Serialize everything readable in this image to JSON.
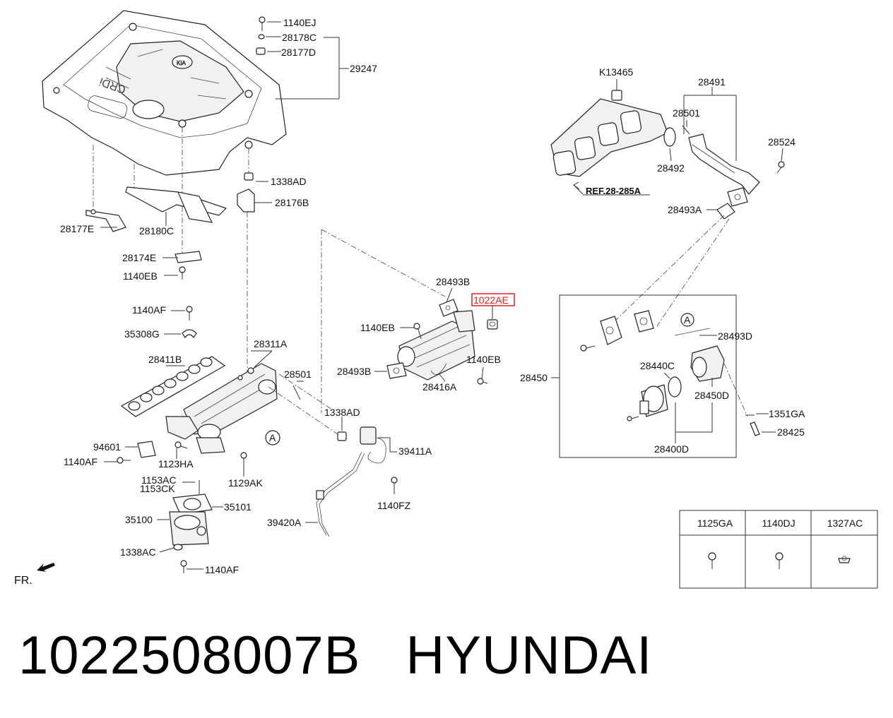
{
  "labels": {
    "l1140EJ": "1140EJ",
    "l28178C": "28178C",
    "l28177D": "28177D",
    "l29247": "29247",
    "l1338AD_top": "1338AD",
    "l28176B": "28176B",
    "l28177E": "28177E",
    "l28180C": "28180C",
    "l28174E": "28174E",
    "l1140EB_left": "1140EB",
    "l1140AF_a": "1140AF",
    "l35308G": "35308G",
    "l28411B": "28411B",
    "l28311A": "28311A",
    "l28501_mid": "28501",
    "l1338AD_mid": "1338AD",
    "l94601": "94601",
    "l1140AF_b": "1140AF",
    "l1123HA": "1123HA",
    "l1129AK": "1129AK",
    "l1153AC": "1153AC",
    "l1153CK": "1153CK",
    "l35101": "35101",
    "l35100": "35100",
    "l1338AC": "1338AC",
    "l1140AF_c": "1140AF",
    "l39411A": "39411A",
    "l1140FZ": "1140FZ",
    "l39420A": "39420A",
    "l28493B": "28493B",
    "l1022AE": "1022AE",
    "l1140EB_mid": "1140EB",
    "l1140EB_right": "1140EB",
    "l28493B_b": "28493B",
    "l28416A": "28416A",
    "lK13465": "K13465",
    "l28491": "28491",
    "l28501_right": "28501",
    "l28524": "28524",
    "l28492": "28492",
    "l28493A": "28493A",
    "lREF": "REF.28-285A",
    "l28493D": "28493D",
    "l28440C": "28440C",
    "l28450": "28450",
    "l28450D": "28450D",
    "l1351GA": "1351GA",
    "l28425": "28425",
    "l28400D": "28400D",
    "calloutA1": "A",
    "calloutA2": "A",
    "fr": "FR."
  },
  "legend_table": {
    "headers": [
      "1125GA",
      "1140DJ",
      "1327AC"
    ]
  },
  "highlight": {
    "part": "1022AE",
    "color": "#e02020"
  },
  "caption": {
    "part_number": "1022508007B",
    "brand": "HYUNDAI"
  }
}
